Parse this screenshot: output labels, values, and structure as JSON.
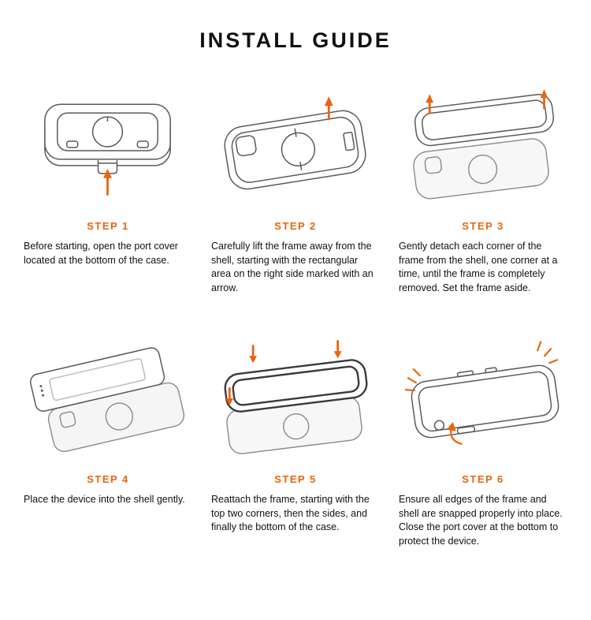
{
  "page": {
    "title": "INSTALL GUIDE"
  },
  "theme": {
    "accent_color": "#E8650D",
    "line_color": "#5a5a5a",
    "text_color": "#111111",
    "background_color": "#ffffff"
  },
  "steps": [
    {
      "label": "STEP 1",
      "illustration": "case-bottom-port-cover-open-diagram",
      "description": "Before starting, open the port cover located at the bottom of the case."
    },
    {
      "label": "STEP 2",
      "illustration": "frame-lift-from-shell-diagram",
      "description": "Carefully lift the frame away from the shell, starting with the rectangular area on the right side marked with an arrow."
    },
    {
      "label": "STEP 3",
      "illustration": "frame-corner-detach-diagram",
      "description": "Gently detach each corner of the frame from the shell, one corner at a time, until the frame is completely removed. Set the frame aside."
    },
    {
      "label": "STEP 4",
      "illustration": "device-into-shell-diagram",
      "description": "Place the device into the shell gently."
    },
    {
      "label": "STEP 5",
      "illustration": "frame-reattach-diagram",
      "description": "Reattach the frame, starting with the top two corners, then the sides, and finally the bottom of the case."
    },
    {
      "label": "STEP 6",
      "illustration": "assembled-case-snap-check-diagram",
      "description": "Ensure all edges of the frame and shell are snapped properly into place. Close the port cover at the bottom to protect the device."
    }
  ]
}
